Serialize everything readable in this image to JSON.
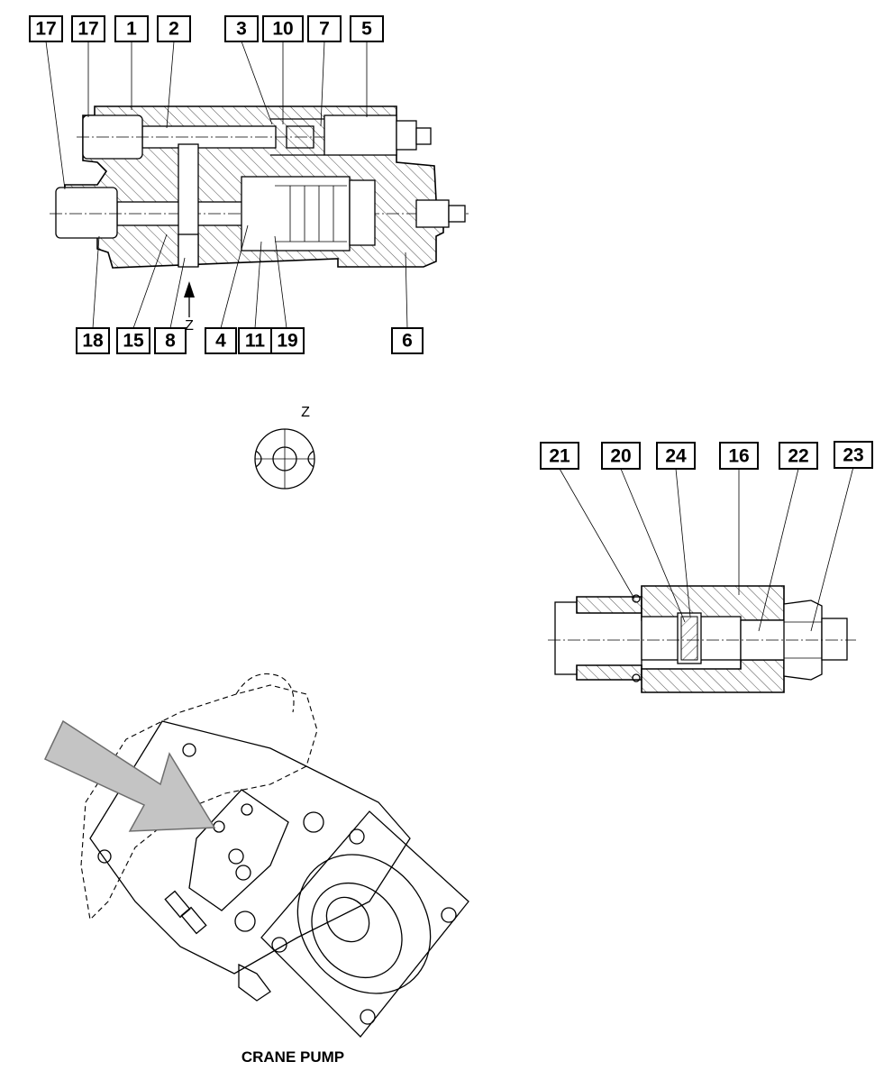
{
  "section_view": {
    "callouts_top": [
      "17",
      "17",
      "1",
      "2",
      "3",
      "10",
      "7",
      "5"
    ],
    "callouts_bottom": [
      "18",
      "15",
      "8",
      "4",
      "11",
      "19",
      "6"
    ],
    "view_arrow_label": "Z"
  },
  "detail_view": {
    "label": "Z"
  },
  "valve_view": {
    "callouts": [
      "21",
      "20",
      "24",
      "16",
      "22",
      "23"
    ]
  },
  "pump_view": {
    "caption": "CRANE PUMP"
  }
}
